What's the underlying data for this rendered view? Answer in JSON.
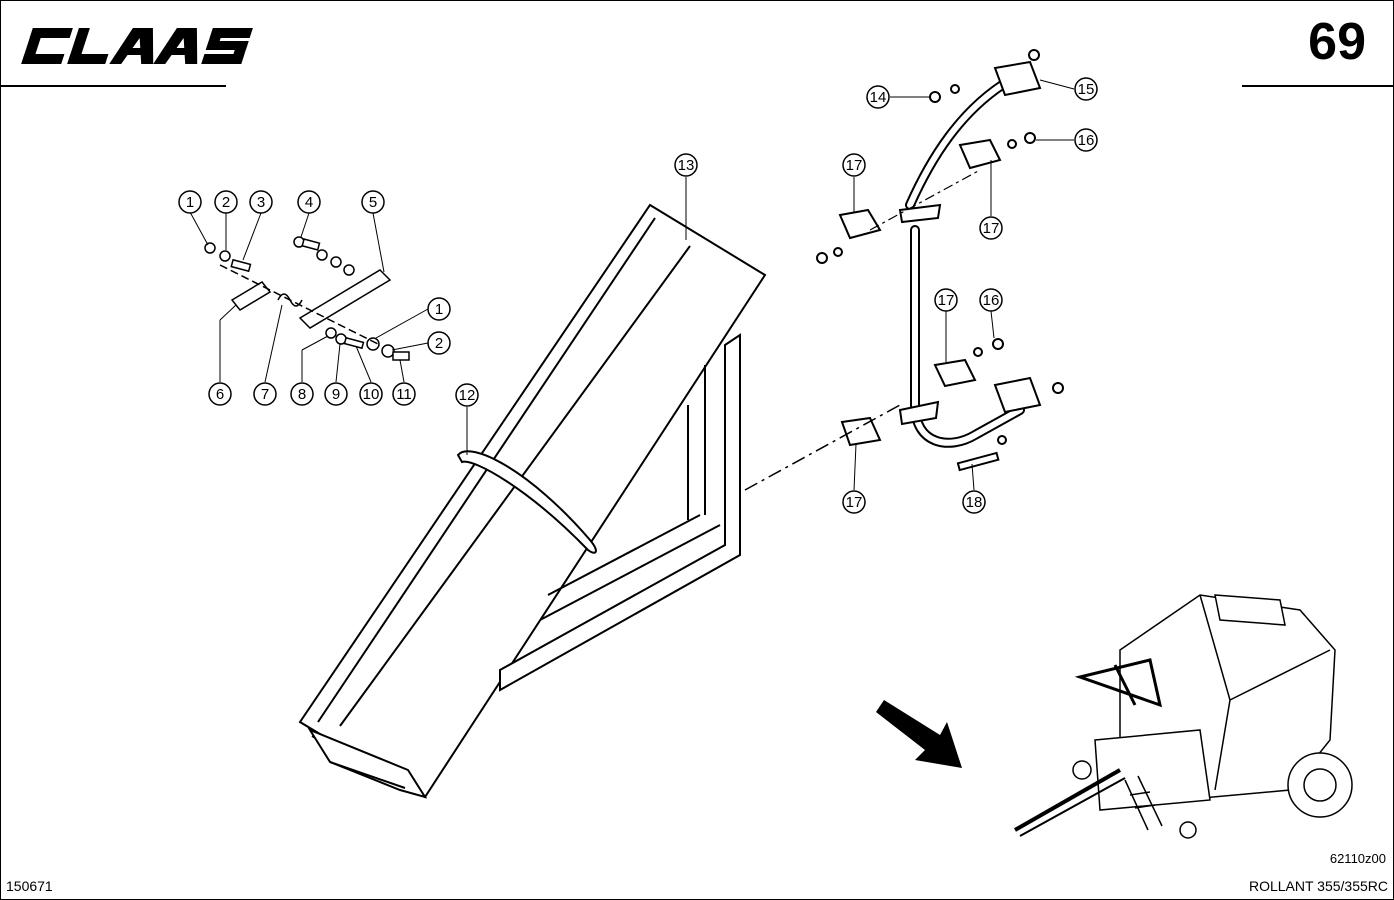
{
  "header": {
    "brand": "CLAAS",
    "page_number": "69"
  },
  "footer": {
    "document_number": "150671",
    "figure_reference": "62110z00",
    "model": "ROLLANT 355/355RC"
  },
  "callouts": [
    "1",
    "2",
    "3",
    "4",
    "5",
    "6",
    "7",
    "8",
    "9",
    "10",
    "11",
    "1",
    "2",
    "12",
    "13",
    "14",
    "15",
    "16",
    "17",
    "17",
    "17",
    "16",
    "17",
    "18"
  ],
  "colors": {
    "ink": "#000000",
    "paper": "#ffffff"
  },
  "icons": {
    "direction_arrow": "arrow-right-down-icon"
  }
}
